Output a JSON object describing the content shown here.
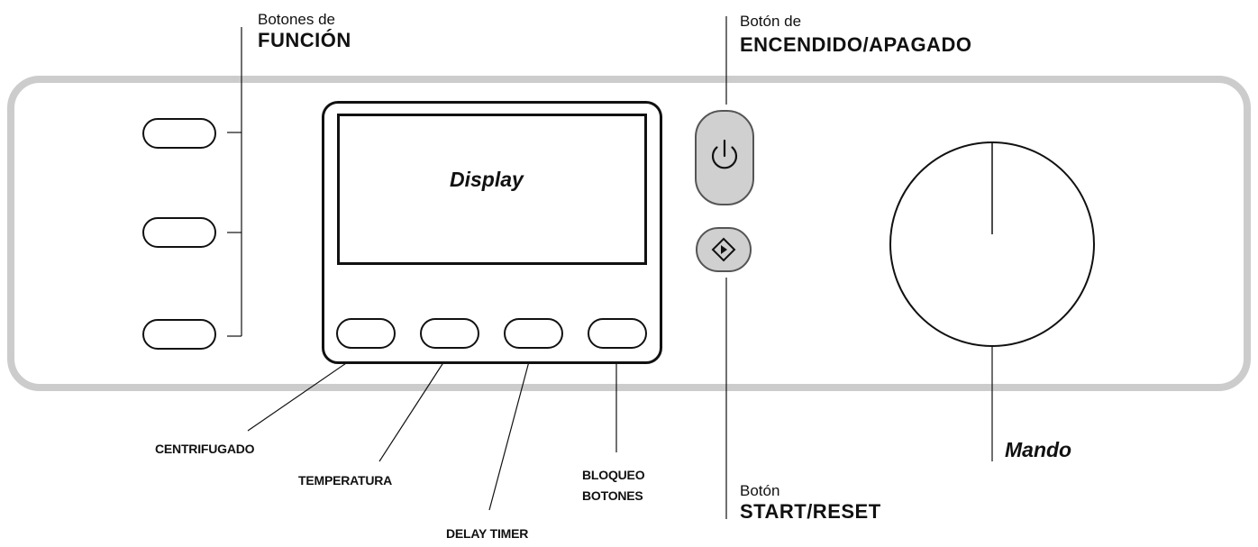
{
  "labels": {
    "funcion_small": "Botones de",
    "funcion_big": "FUNCIÓN",
    "power_small": "Botón de",
    "power_big": "ENCENDIDO/APAGADO",
    "start_small": "Botón",
    "start_big": "START/RESET",
    "display": "Display",
    "mando": "Mando",
    "centrifugado": "CENTRIFUGADO",
    "temperatura": "TEMPERATURA",
    "delay_timer": "DELAY TIMER",
    "bloqueo_1": "BLOQUEO",
    "bloqueo_2": "BOTONES"
  },
  "icons": {
    "power": "power-icon",
    "start": "start-diamond-icon"
  },
  "colors": {
    "panel_outline": "#cccccc",
    "button_fill": "#d0d0d0",
    "stroke": "#111111"
  }
}
